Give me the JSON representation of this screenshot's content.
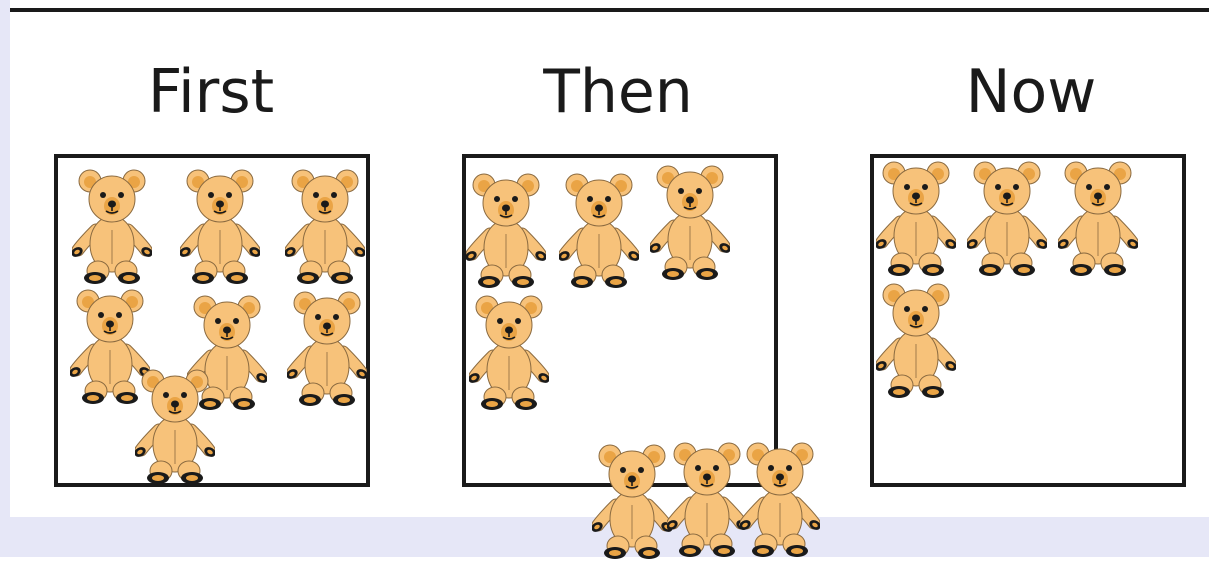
{
  "panels": [
    {
      "heading": "First",
      "bear_count": 7
    },
    {
      "heading": "Then",
      "bear_count": 4,
      "leaving_bears": 3
    },
    {
      "heading": "Now",
      "bear_count": 4
    }
  ],
  "colors": {
    "bear_fur": "#f7c27a",
    "bear_inner_ear": "#eaa445",
    "bear_outline": "#8a6a40",
    "bear_features": "#1a1a1a",
    "frame_border": "#1a1a1a",
    "page_band": "#e6e7f7"
  },
  "icons": {
    "bear": "teddy-bear-icon"
  }
}
